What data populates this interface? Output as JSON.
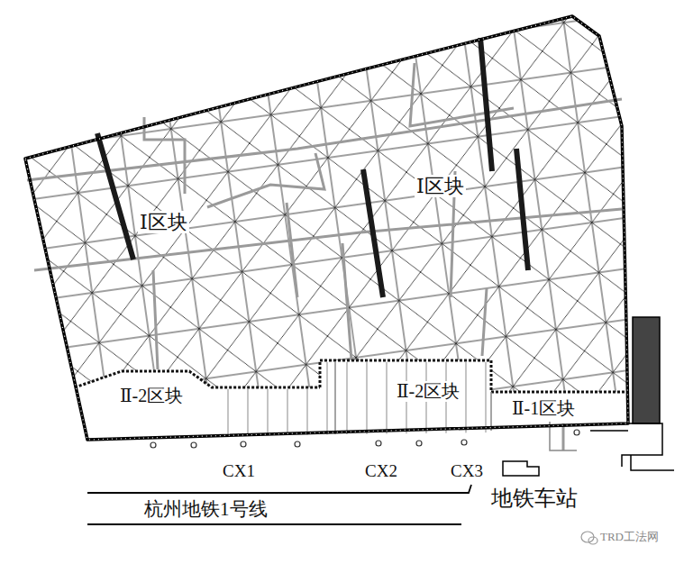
{
  "diagram": {
    "labels": [
      "Ⅰ区块",
      "Ⅰ区块",
      "Ⅱ-2区块",
      "Ⅱ-2区块",
      "Ⅱ-1区块",
      "CX1",
      "CX2",
      "CX3",
      "杭州地铁1号线",
      "地铁车站",
      "TRD工法网"
    ]
  }
}
